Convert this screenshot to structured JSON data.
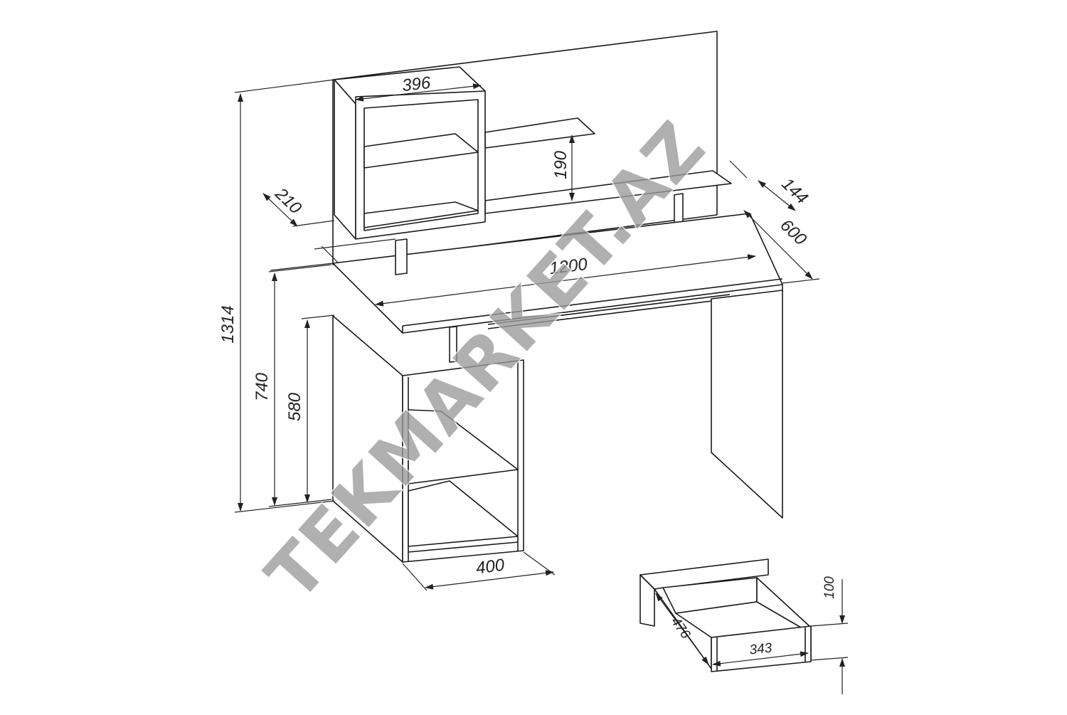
{
  "dimensions": {
    "overall_height": "1314",
    "desk_height": "740",
    "pedestal_height": "580",
    "shelf_unit_width": "396",
    "shelf_spacing": "190",
    "shelf_unit_depth": "210",
    "shelf_depth": "144",
    "desk_depth": "600",
    "desk_width": "1200",
    "pedestal_width": "400",
    "drawer_height": "100",
    "drawer_depth": "476",
    "drawer_width": "343"
  },
  "watermark": "TEKMARKET.AZ",
  "colors": {
    "line": "#1a1a1a",
    "watermark": "#9b9b9b",
    "background": "#ffffff"
  }
}
